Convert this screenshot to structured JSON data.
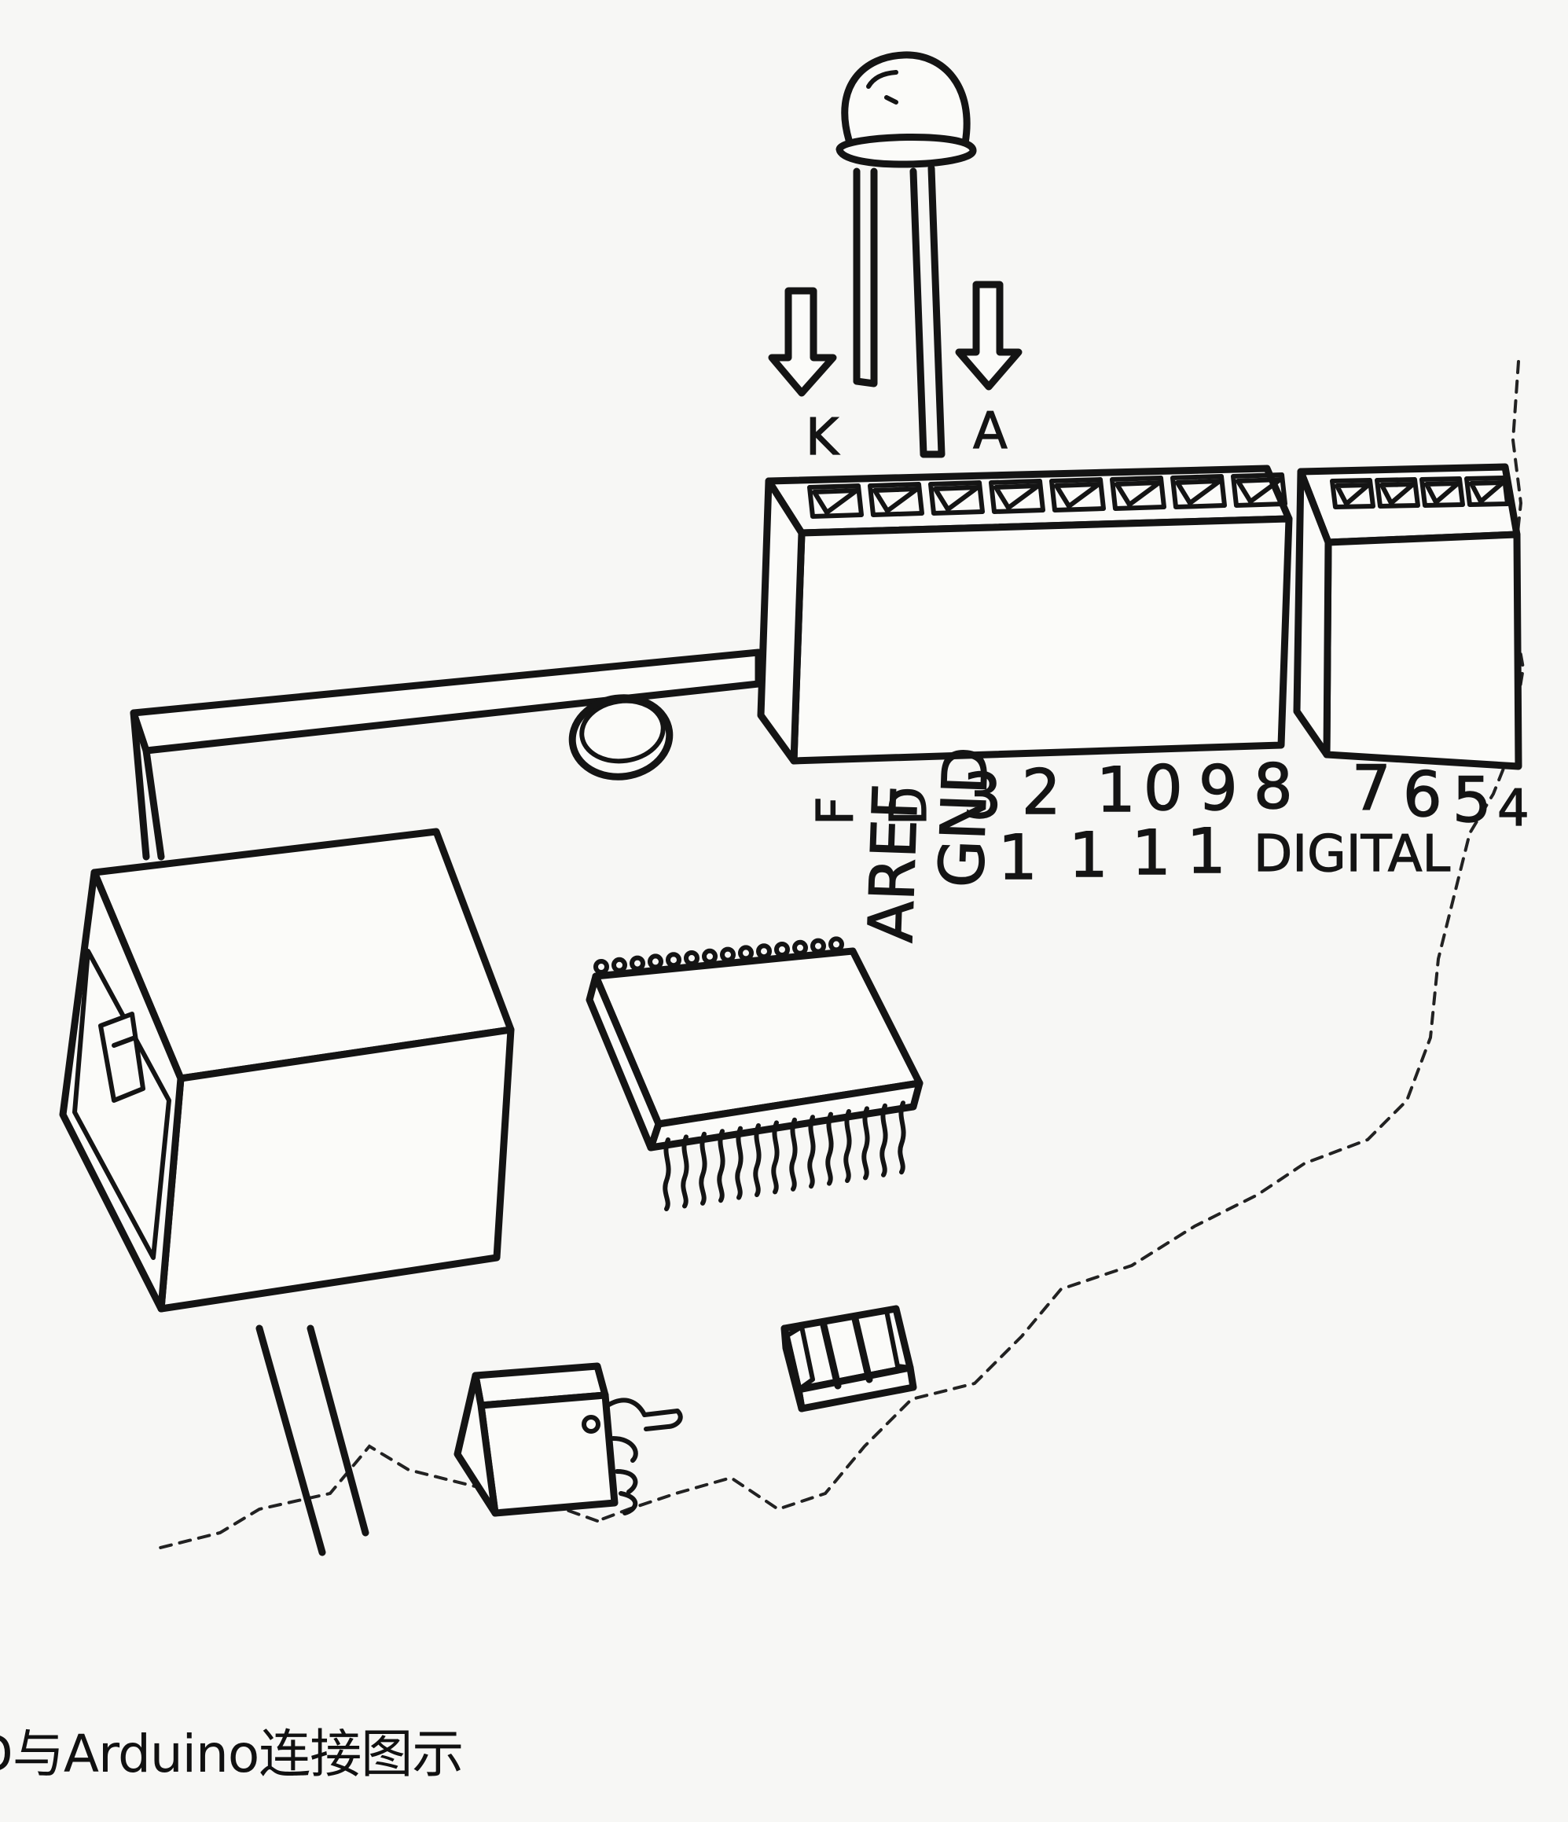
{
  "caption": "D与Arduino连接图示",
  "led": {
    "cathode_label": "K",
    "anode_label": "A"
  },
  "header_labels": {
    "pins_top": [
      "F",
      "D",
      "3",
      "2",
      "1",
      "0",
      "9",
      "8",
      "7",
      "6",
      "5",
      "4"
    ],
    "pins_bottom": [
      "1",
      "1",
      "1",
      "1"
    ],
    "aref": "AREF",
    "gnd": "GND",
    "digital": "DIGITAL"
  }
}
